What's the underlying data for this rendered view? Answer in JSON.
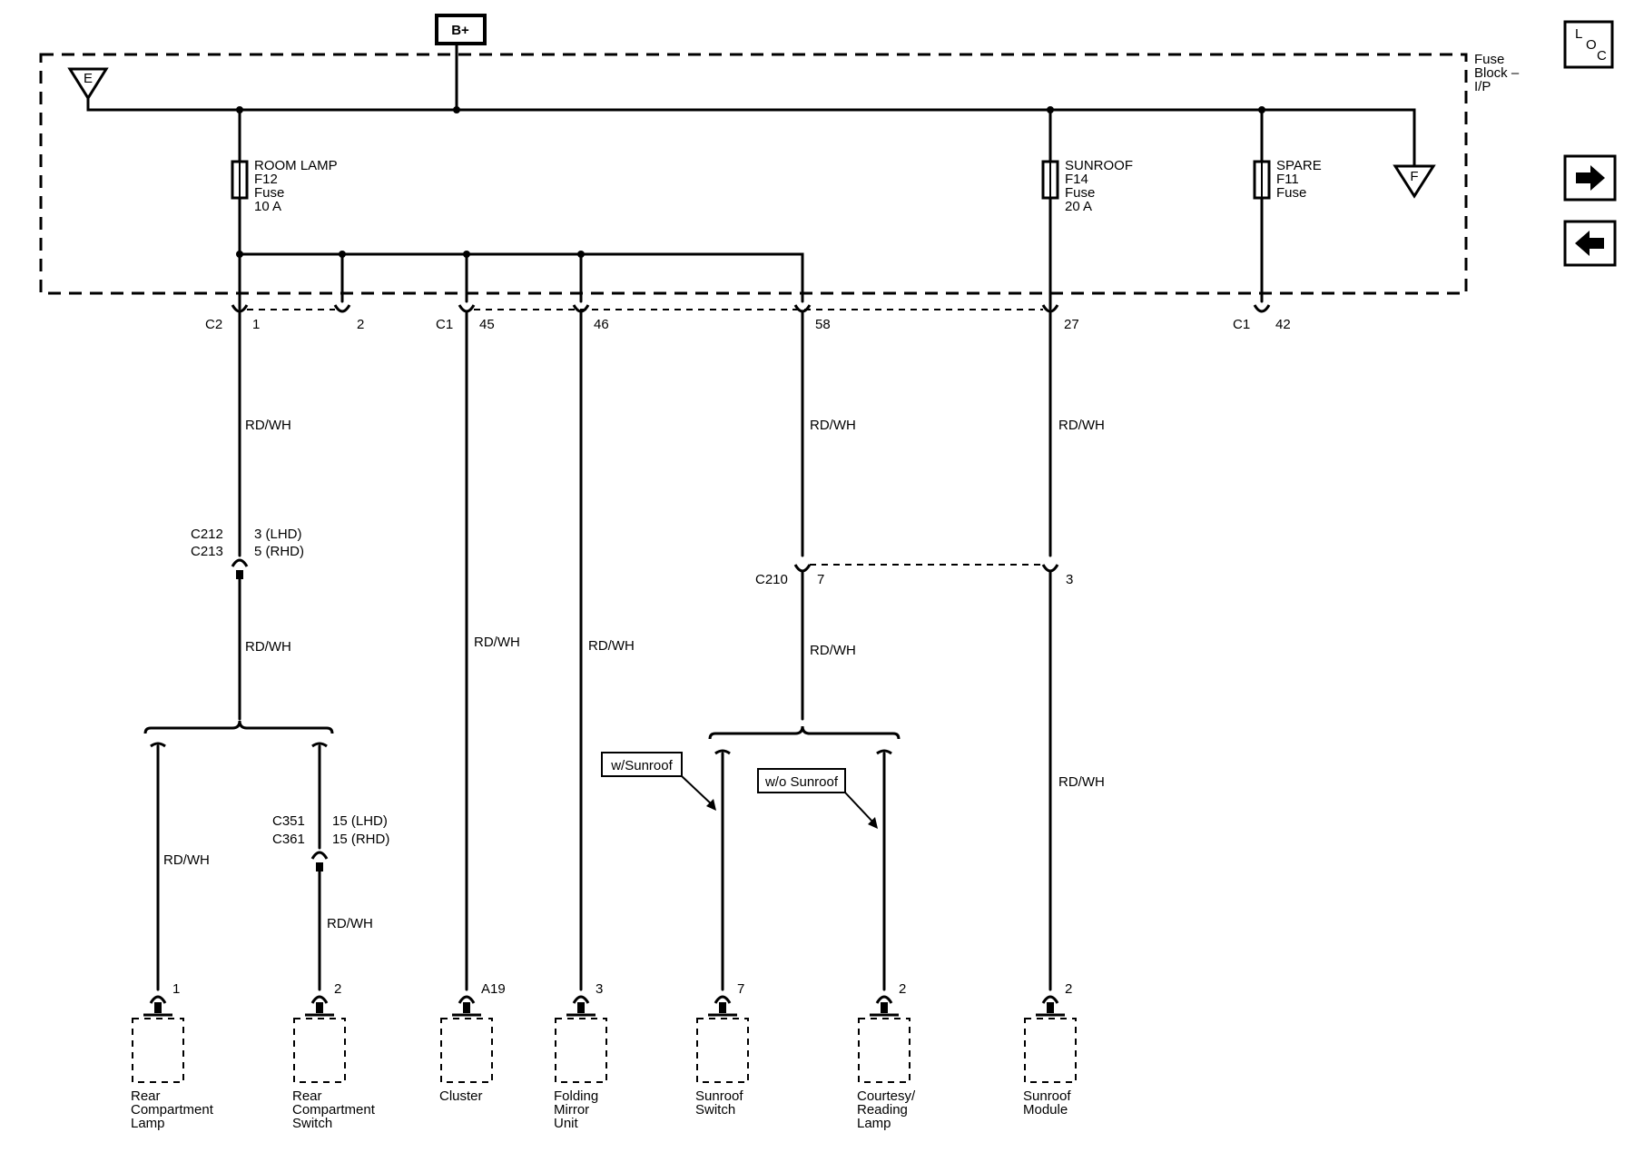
{
  "power": {
    "label": "B+"
  },
  "fuse_block": {
    "label_lines": [
      "Fuse",
      "Block –",
      "I/P"
    ]
  },
  "flags": {
    "left": "E",
    "right": "F"
  },
  "fuses": {
    "room_lamp": [
      "ROOM LAMP",
      "F12",
      "Fuse",
      "10 A"
    ],
    "sunroof": [
      "SUNROOF",
      "F14",
      "Fuse",
      "20 A"
    ],
    "spare": [
      "SPARE",
      "F11",
      "Fuse"
    ]
  },
  "connectors": {
    "c2": "C2",
    "c2_pin1": "1",
    "c2_pin2": "2",
    "c1": "C1",
    "c1_pin45": "45",
    "c1_pin46": "46",
    "c1_pin58": "58",
    "c1_pin27": "27",
    "c1b": "C1",
    "c1b_pin42": "42",
    "c212": "C212",
    "c213": "C213",
    "c212_pin": "3 (LHD)",
    "c213_pin": "5 (RHD)",
    "c210": "C210",
    "c210_pin7": "7",
    "c210_pin3": "3",
    "c351": "C351",
    "c361": "C361",
    "c351_pin": "15 (LHD)",
    "c361_pin": "15 (RHD)"
  },
  "wire_color": "RD/WH",
  "options": {
    "with_sunroof": "w/Sunroof",
    "without_sunroof": "w/o Sunroof"
  },
  "components": [
    {
      "pin": "1",
      "name": [
        "Rear",
        "Compartment",
        "Lamp"
      ]
    },
    {
      "pin": "2",
      "name": [
        "Rear",
        "Compartment",
        "Switch"
      ]
    },
    {
      "pin": "A19",
      "name": [
        "Cluster"
      ]
    },
    {
      "pin": "3",
      "name": [
        "Folding",
        "Mirror",
        "Unit"
      ]
    },
    {
      "pin": "7",
      "name": [
        "Sunroof",
        "Switch"
      ]
    },
    {
      "pin": "2",
      "name": [
        "Courtesy/",
        "Reading",
        "Lamp"
      ]
    },
    {
      "pin": "2",
      "name": [
        "Sunroof",
        "Module"
      ]
    }
  ],
  "nav": {
    "loc_letters": [
      "L",
      "O",
      "C"
    ],
    "next_icon": "arrow-right-icon",
    "prev_icon": "arrow-left-icon"
  }
}
